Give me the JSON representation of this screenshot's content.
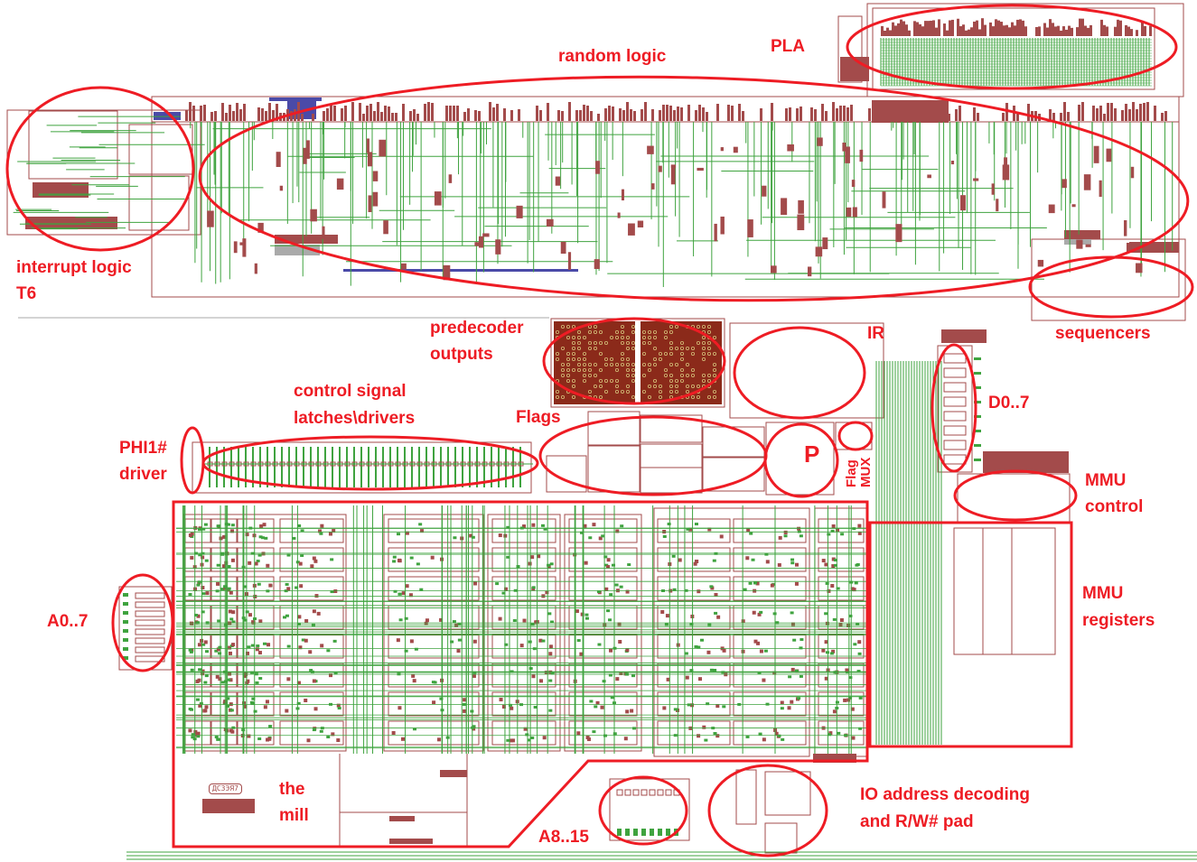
{
  "title": "CPU die schematic with annotated functional blocks",
  "colors": {
    "annotation": "#ee1c24",
    "block_outline": "#a34b4b",
    "block_fill": "#a34b4b",
    "wire": "#3fa33f",
    "diffusion_blue": "#4a4aa8",
    "poly_olive": "#a3a33f",
    "inactive_gray": "#aaaaaa",
    "predecoder_fill": "#8b2a1a",
    "predecoder_dot": "#d4c07a",
    "background": "#ffffff"
  },
  "chip_id_label": "ДСЗЭЯ7",
  "regions": [
    {
      "id": "pla",
      "label": "PLA"
    },
    {
      "id": "random-logic",
      "label": "random logic"
    },
    {
      "id": "interrupt-logic",
      "label_lines": [
        "interrupt logic",
        "T6"
      ]
    },
    {
      "id": "sequencers",
      "label": "sequencers"
    },
    {
      "id": "predecoder-outputs",
      "label_lines": [
        "predecoder",
        "outputs"
      ]
    },
    {
      "id": "ir",
      "label": "IR"
    },
    {
      "id": "d0-7",
      "label": "D0..7"
    },
    {
      "id": "control-signal-latches",
      "label_lines": [
        "control signal",
        "latches\\drivers"
      ]
    },
    {
      "id": "flags",
      "label": "Flags"
    },
    {
      "id": "p",
      "label": "P"
    },
    {
      "id": "flag-mux",
      "label_lines": [
        "Flag",
        "MUX"
      ]
    },
    {
      "id": "phi1-driver",
      "label_lines": [
        "PHI1#",
        "driver"
      ]
    },
    {
      "id": "mmu-control",
      "label_lines": [
        "MMU",
        "control"
      ]
    },
    {
      "id": "mmu-registers",
      "label_lines": [
        "MMU",
        "registers"
      ]
    },
    {
      "id": "a0-7",
      "label": "A0..7"
    },
    {
      "id": "the-mill",
      "label_lines": [
        "the",
        "mill"
      ]
    },
    {
      "id": "a8-15",
      "label": "A8..15"
    },
    {
      "id": "io-address-decoding",
      "label_lines": [
        "IO address decoding",
        "and R/W# pad"
      ]
    }
  ]
}
